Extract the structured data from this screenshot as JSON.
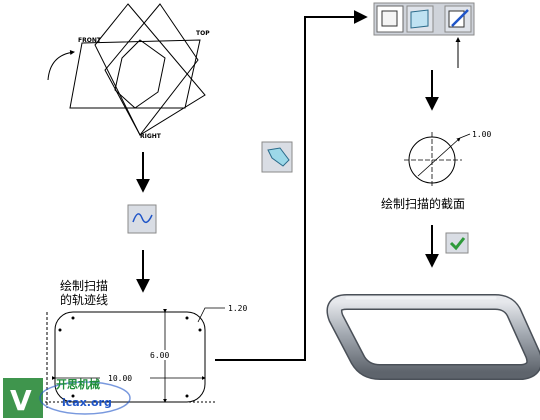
{
  "datum": {
    "front": "FRONT",
    "top": "TOP",
    "right": "RIGHT"
  },
  "trajectory": {
    "caption_line1": "绘制扫描",
    "caption_line2": "的轨迹线",
    "dim_radius": "1.20",
    "dim_height": "6.00",
    "dim_width": "10.00"
  },
  "section": {
    "caption": "绘制扫描的截面",
    "dim_diameter": "1.00"
  },
  "watermark": {
    "brand": "开思机械",
    "site": "icax.org"
  },
  "colors": {
    "check": "#2e9a3a",
    "tube": "#9aa0a8",
    "line": "#000000"
  }
}
